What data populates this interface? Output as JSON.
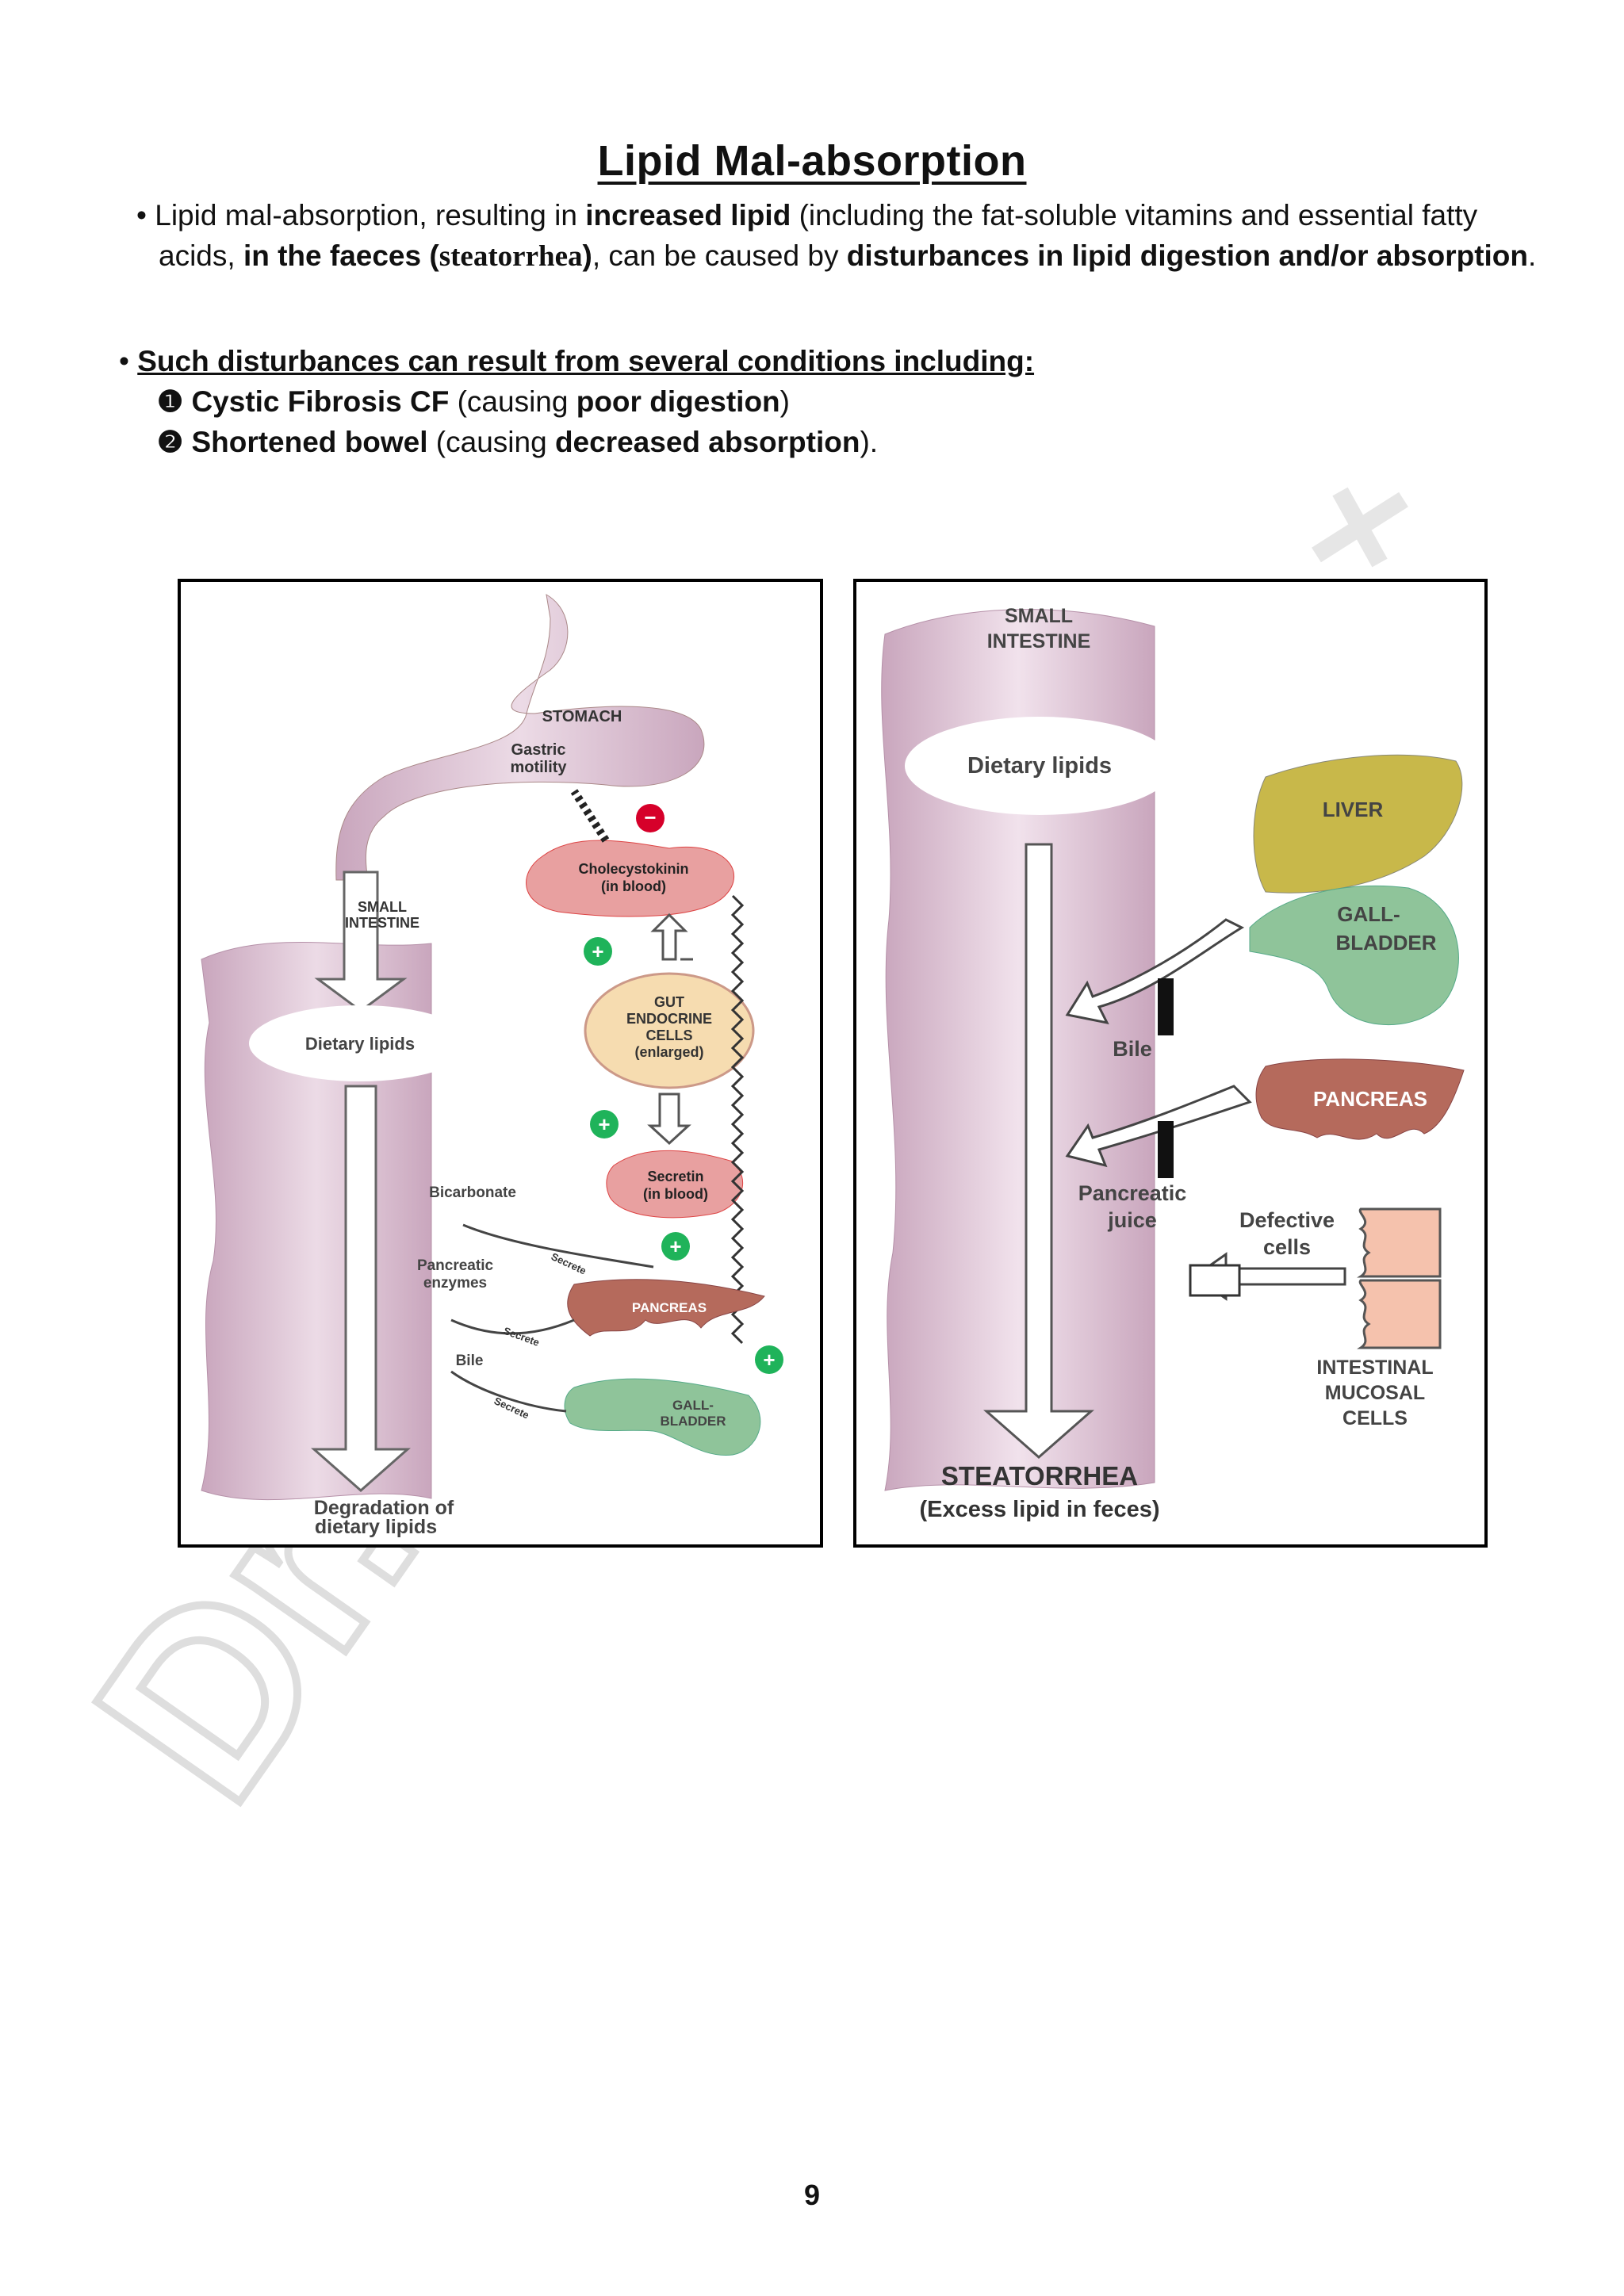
{
  "title": "Lipid Mal-absorption",
  "para1": {
    "bullet": "•",
    "t1": "Lipid mal-absorption, resulting in ",
    "b1": "increased lipid",
    "t2": " (including the fat-soluble vitamins and essential fatty acids, ",
    "b2": "in the faeces (",
    "b2serif": "steatorrhea",
    "b2end": ")",
    "t3": ", can be caused by ",
    "b3": "disturbances in lipid digestion and/or absorption",
    "t4": "."
  },
  "para2": {
    "bullet": "•",
    "heading": "Such disturbances can result from several conditions including:",
    "items": [
      {
        "num": "❶",
        "bold": "Cystic Fibrosis CF",
        "rest1": " (causing ",
        "bold2": "poor digestion",
        "rest2": ")"
      },
      {
        "num": "❷",
        "bold": "Shortened bowel",
        "rest1": " (causing ",
        "bold2": "decreased absorption",
        "rest2": ")."
      }
    ]
  },
  "left_diagram": {
    "stomach": "STOMACH",
    "gastric": [
      "Gastric",
      "motility"
    ],
    "small_intestine": [
      "SMALL",
      "INTESTINE"
    ],
    "cck": [
      "Cholecystokinin",
      "(in blood)"
    ],
    "gut": [
      "GUT",
      "ENDOCRINE",
      "CELLS",
      "(enlarged)"
    ],
    "secretin": [
      "Secretin",
      "(in blood)"
    ],
    "dietary": "Dietary lipids",
    "bicarbonate": "Bicarbonate",
    "pancreatic_enzymes": [
      "Pancreatic",
      "enzymes"
    ],
    "bile": "Bile",
    "pancreas": "PANCREAS",
    "gallbladder": [
      "GALL-",
      "BLADDER"
    ],
    "secrete": "Secrete",
    "degradation": [
      "Degradation of",
      "dietary lipids"
    ],
    "minus": "−",
    "plus": "+"
  },
  "right_diagram": {
    "small_intestine": [
      "SMALL",
      "INTESTINE"
    ],
    "dietary": "Dietary lipids",
    "liver": "LIVER",
    "gallbladder": [
      "GALL-",
      "BLADDER"
    ],
    "bile": "Bile",
    "pancreas": "PANCREAS",
    "pancreatic_juice": [
      "Pancreatic",
      "juice"
    ],
    "defective": [
      "Defective",
      "cells"
    ],
    "mucosal": [
      "INTESTINAL",
      "MUCOSAL",
      "CELLS"
    ],
    "steatorrhea": "STEATORRHEA",
    "excess": "(Excess lipid in feces)"
  },
  "page_number": "9",
  "watermark": "Dr."
}
